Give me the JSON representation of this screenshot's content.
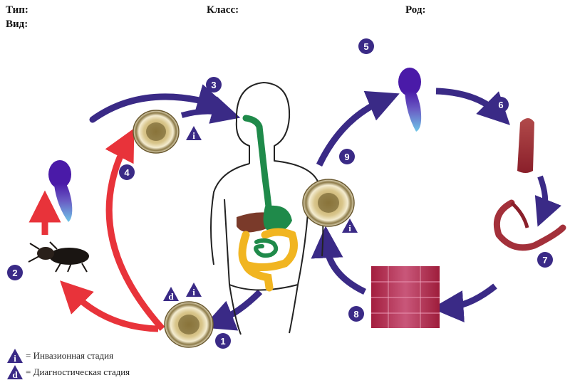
{
  "header": {
    "type_label": "Тип:",
    "class_label": "Класс:",
    "genus_label": "Род:",
    "species_label": "Вид:"
  },
  "stages": [
    "1",
    "2",
    "3",
    "4",
    "5",
    "6",
    "7",
    "8",
    "9"
  ],
  "markers": {
    "infective": "i",
    "diagnostic": "d"
  },
  "legend": {
    "infective_text": "= Инвазионная стадия",
    "diagnostic_text": "= Диагностическая стадия"
  },
  "colors": {
    "cycle_blue": "#3a2a86",
    "cycle_red": "#e8333a",
    "badge": "#3a2a86",
    "gut_green": "#1f8a4a",
    "gut_yellow": "#f1b521",
    "liver_brown": "#7a3a2a"
  }
}
